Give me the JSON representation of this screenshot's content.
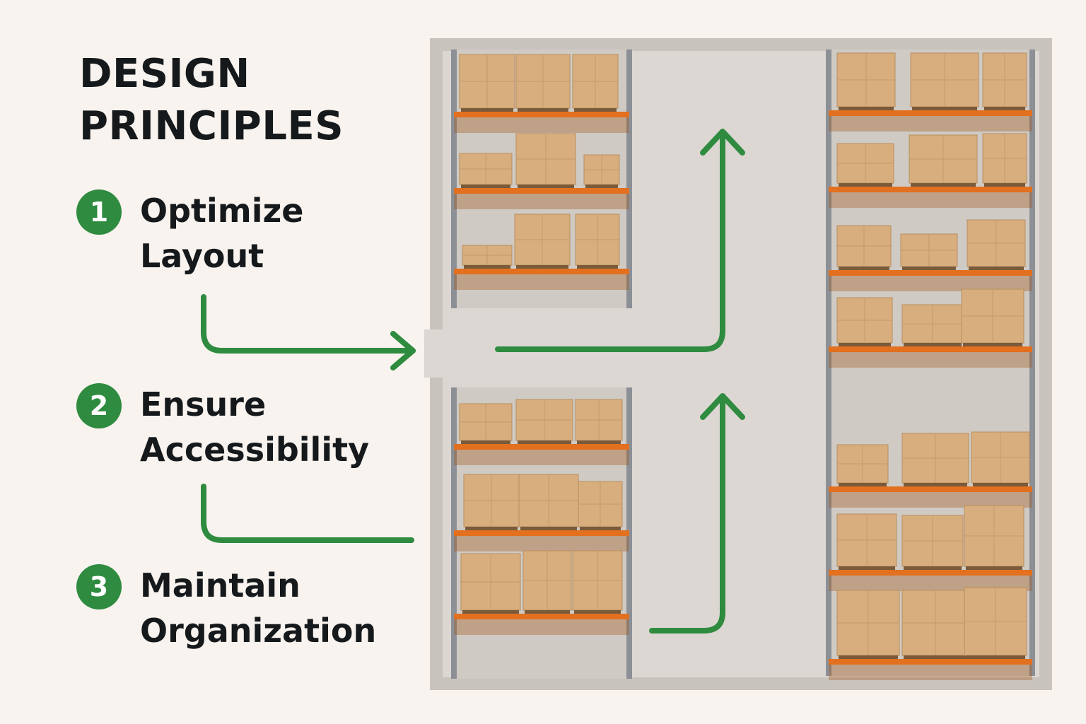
{
  "heading": {
    "line1": "DESIGN",
    "line2": "PRINCIPLES"
  },
  "principles": [
    {
      "number": "1",
      "line1": "Optimize",
      "line2": "Layout"
    },
    {
      "number": "2",
      "line1": "Ensure",
      "line2": "Accessibility"
    },
    {
      "number": "3",
      "line1": "Maintain",
      "line2": "Organization"
    }
  ],
  "colors": {
    "accent_green": "#2e8b3f",
    "background": "#f8f3ee",
    "floor": "#d9d4cf",
    "wall": "#bdb7b1",
    "shelf_beam": "#e2701f",
    "rack_upright": "#8c9096",
    "box": "#d8ae7e"
  }
}
